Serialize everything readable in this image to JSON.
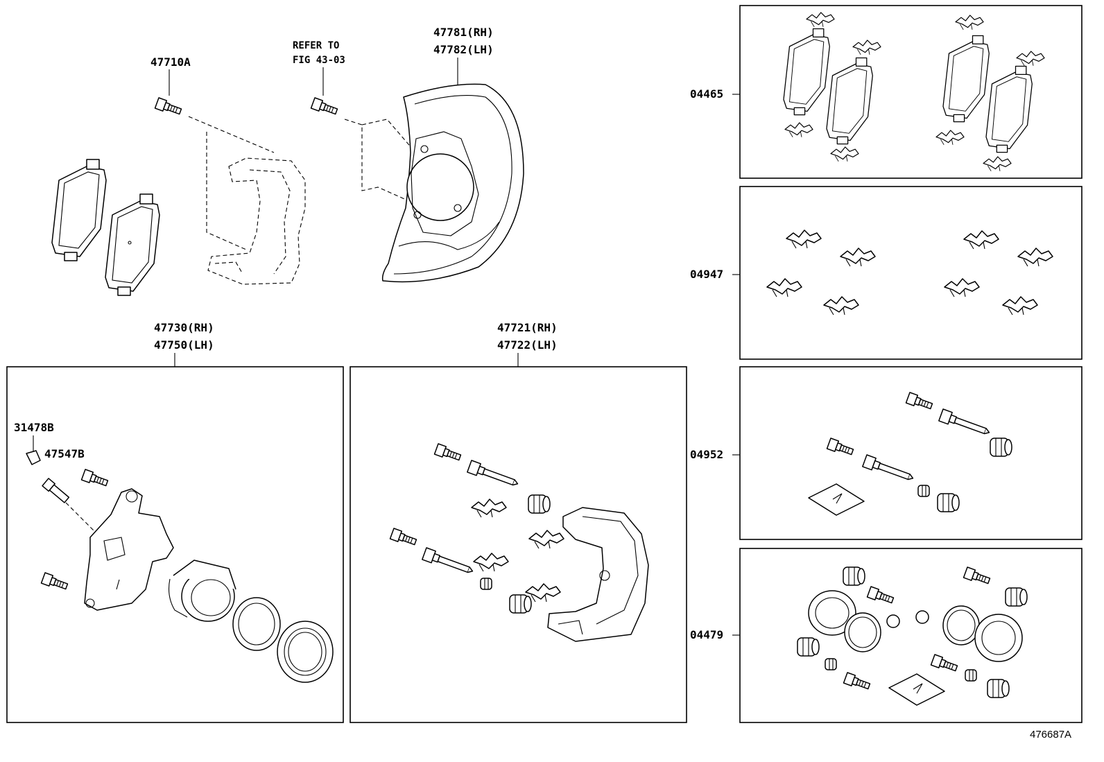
{
  "labels": {
    "bolt_47710a": "47710A",
    "refer_line1": "REFER TO",
    "refer_line2": "FIG 43-03",
    "shield_rh": "47781(RH)",
    "shield_lh": "47782(LH)",
    "caliper_rh": "47730(RH)",
    "caliper_lh": "47750(LH)",
    "mounting_rh": "47721(RH)",
    "mounting_lh": "47722(LH)",
    "bleeder_cap": "31478B",
    "bleeder_plug": "47547B",
    "kit_04465": "04465",
    "kit_04947": "04947",
    "kit_04952": "04952",
    "kit_04479": "04479",
    "figure_number": "476687A"
  }
}
